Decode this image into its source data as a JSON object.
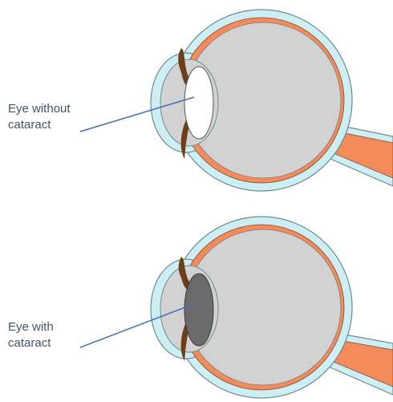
{
  "labels": {
    "top_line1": "Eye without",
    "top_line2": "cataract",
    "bottom_line1": "Eye with",
    "bottom_line2": "cataract"
  },
  "colors": {
    "sclera_outer": "#cdeef2",
    "sclera_outline": "#6d8c90",
    "choroid": "#f58a5a",
    "vitreous": "#d2d2d2",
    "iris": "#6b3f1a",
    "clear_lens": "#ffffff",
    "cloudy_lens": "#6b6b6b",
    "pointer_line": "#4a72b0",
    "label_text": "#44546a"
  }
}
